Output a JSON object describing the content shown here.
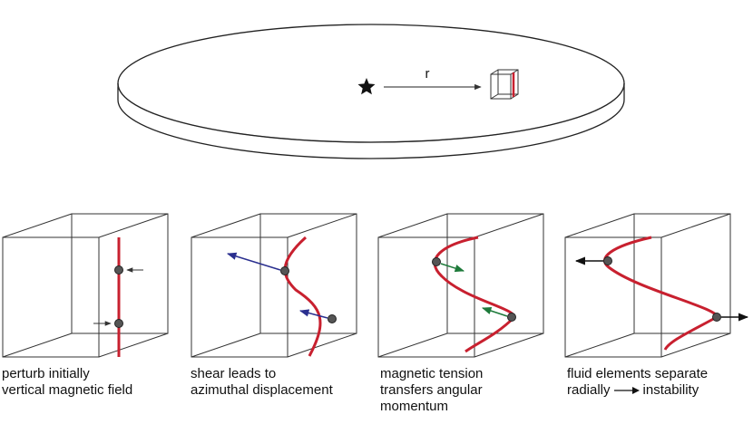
{
  "disk": {
    "radius_label": "r",
    "field_line_color": "#c8202f"
  },
  "panels": [
    {
      "caption_lines": [
        "perturb initially",
        "vertical magnetic field"
      ],
      "arrow_color": "#333333"
    },
    {
      "caption_lines": [
        "shear leads to",
        "azimuthal displacement"
      ],
      "arrow_color": "#2a2f8f"
    },
    {
      "caption_lines": [
        "magnetic tension",
        "transfers angular",
        "momentum"
      ],
      "arrow_color": "#1d7a3a"
    },
    {
      "caption_lines": [
        "fluid elements separate",
        "radially",
        "instability"
      ],
      "arrow_color": "#111111"
    }
  ],
  "colors": {
    "field_line": "#c8202f",
    "fluid_element": "#555555",
    "box_edge": "#333333"
  }
}
